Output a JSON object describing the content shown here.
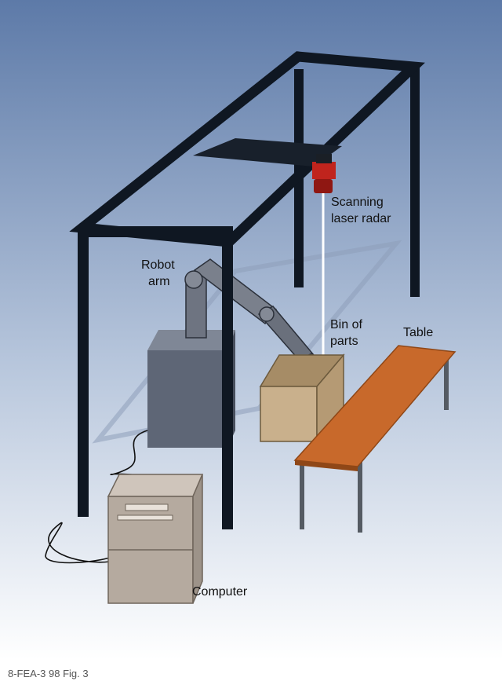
{
  "labels": {
    "scanner_line1": "Scanning",
    "scanner_line2": "laser radar",
    "robot_line1": "Robot",
    "robot_line2": "arm",
    "bin_line1": "Bin of",
    "bin_line2": "parts",
    "table": "Table",
    "computer": "Computer"
  },
  "caption": "8-FEA-3 98 Fig. 3",
  "colors": {
    "background_top": "#5d7aa8",
    "background_bottom": "#ffffff",
    "frame": "#0f1722",
    "scanner": "#c0241d",
    "robot_base": "#5e6676",
    "robot_arm": "#6e7481",
    "bin": "#c9b08c",
    "table_top": "#c8692b",
    "computer": "#b5aa9f"
  }
}
